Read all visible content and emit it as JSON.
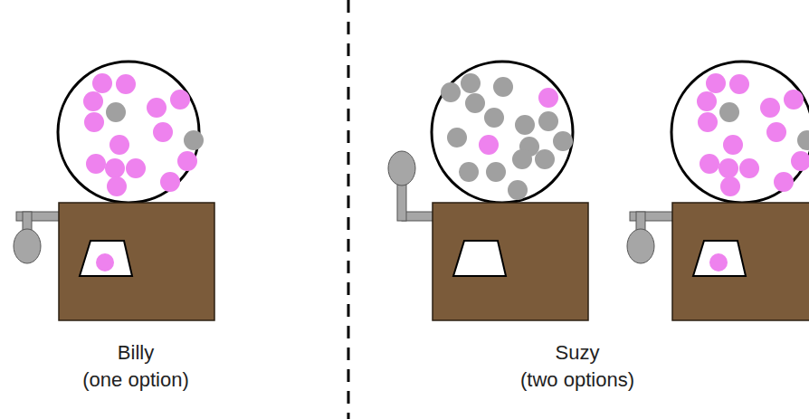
{
  "diagram": {
    "labels": [
      "Billy",
      "(one option)",
      "Suzy",
      "(two options)"
    ]
  }
}
